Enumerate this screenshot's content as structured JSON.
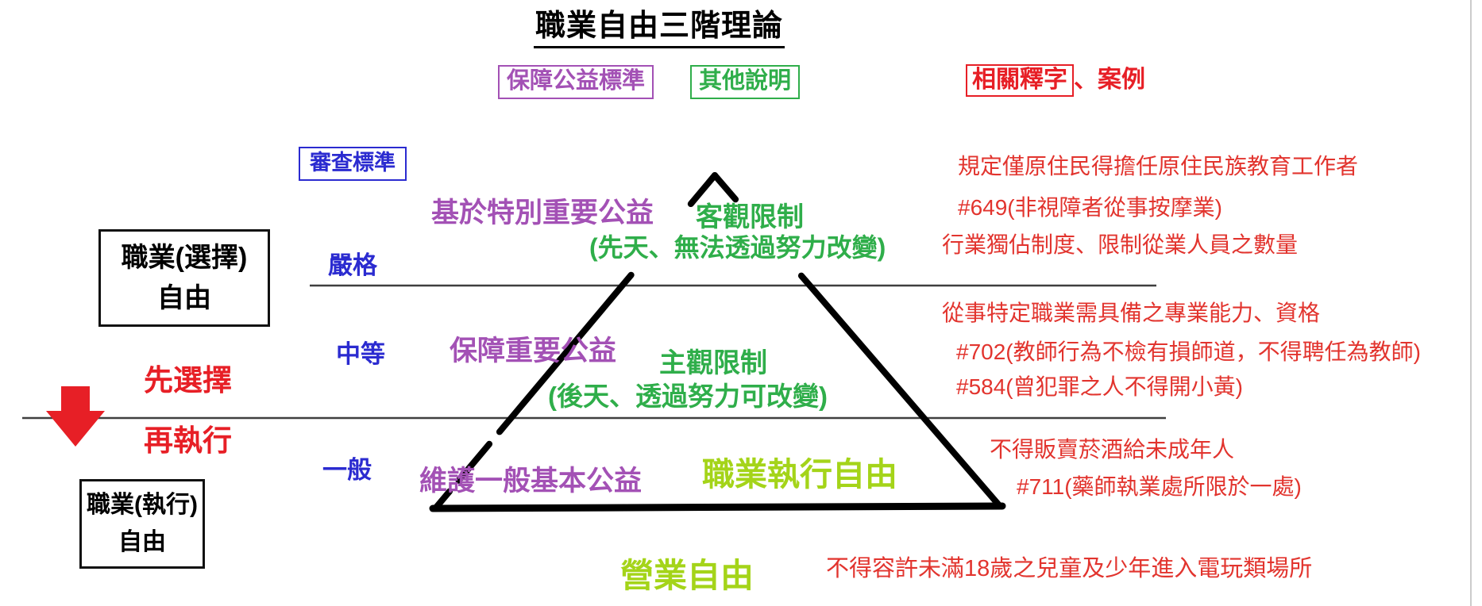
{
  "title": "職業自由三階理論",
  "legend": {
    "public_interest_standard": "保障公益標準",
    "other_notes": "其他說明",
    "related_interpretations": "相關釋字",
    "cases_suffix": "、案例"
  },
  "review_standard_label": "審查標準",
  "tiers": {
    "strict": {
      "level": "嚴格",
      "interest": "基於特別重要公益",
      "restriction": "客觀限制",
      "note": "(先天、無法透過努力改變)"
    },
    "medium": {
      "level": "中等",
      "interest": "保障重要公益",
      "restriction": "主觀限制",
      "note": "(後天、透過努力可改變)"
    },
    "general": {
      "level": "一般",
      "interest": "維護一般基本公益",
      "freedom": "職業執行自由"
    }
  },
  "left_panel": {
    "choice_box": {
      "line1": "職業(選擇)",
      "line2": "自由"
    },
    "order": {
      "first": "先選擇",
      "second": "再執行"
    },
    "exec_box": {
      "line1": "職業(執行)",
      "line2": "自由"
    },
    "arrow_icon": "down-block-arrow"
  },
  "annotations": {
    "tier1": [
      "規定僅原住民得擔任原住民族教育工作者",
      "#649(非視障者從事按摩業)",
      "行業獨佔制度、限制從業人員之數量"
    ],
    "tier2": [
      "從事特定職業需具備之專業能力、資格",
      "#702(教師行為不檢有損師道，不得聘任為教師)",
      "#584(曾犯罪之人不得開小黃)"
    ],
    "tier3": [
      "不得販賣菸酒給未成年人",
      "#711(藥師執業處所限於一處)"
    ],
    "bottom_note": "不得容許未滿18歲之兒童及少年進入電玩類場所"
  },
  "business_freedom": "營業自由",
  "colors": {
    "blue": "#2b2bd0",
    "purple": "#a351b5",
    "green": "#2fae4a",
    "chartreuse": "#a4d419",
    "red": "#e2342e",
    "red_bold": "#e71f26",
    "line": "#3f3f3f",
    "faint": "#cccccc"
  }
}
